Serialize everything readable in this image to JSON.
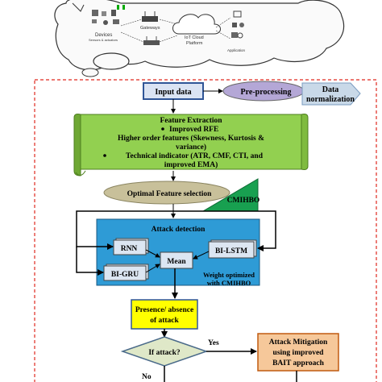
{
  "iot": {
    "devices": "Devices",
    "devices_sub": "Sensors & actuators",
    "gateways": "Gateways",
    "cloud_line1": "IoT Cloud",
    "cloud_line2": "Platform",
    "application": "Application"
  },
  "flow": {
    "input_data": "Input data",
    "preprocessing": "Pre-processing",
    "data_norm_line1": "Data",
    "data_norm_line2": "normalization",
    "feature_extraction": {
      "title": "Feature Extraction",
      "items": [
        "Improved RFE",
        "Higher order features (Skewness, Kurtosis &",
        "variance)",
        "Technical indicator (ATR, CMF, CTI, and",
        "improved EMA)"
      ]
    },
    "optimal_feature_selection": "Optimal Feature selection",
    "cmihbo": "CMIHBO",
    "attack_detection": {
      "title": "Attack detection",
      "rnn": "RNN",
      "bi_gru": "BI-GRU",
      "mean": "Mean",
      "bi_lstm": "BI-LSTM",
      "weight_line1": "Weight optimized",
      "weight_line2": "with CMIHBO"
    },
    "presence_line1": "Presence/ absence",
    "presence_line2": "of attack",
    "if_attack": "If attack?",
    "yes": "Yes",
    "no": "No",
    "mitigation_line1": "Attack Mitigation",
    "mitigation_line2": "using improved",
    "mitigation_line3": "BAIT approach"
  },
  "colors": {
    "input_border": "#2f5597",
    "input_fill": "#dae3f3",
    "preprocess_fill": "#b4a7d6",
    "norm_fill": "#c9d9e8",
    "feature_fill": "#92d050",
    "selection_fill": "#c8c09a",
    "cmihbo_fill": "#18a050",
    "detection_fill": "#2e9bd6",
    "presence_fill": "#ffff00",
    "decision_fill": "#dfe8c8",
    "mitigation_fill": "#f6c89a",
    "dashed_border": "#e0281e"
  }
}
